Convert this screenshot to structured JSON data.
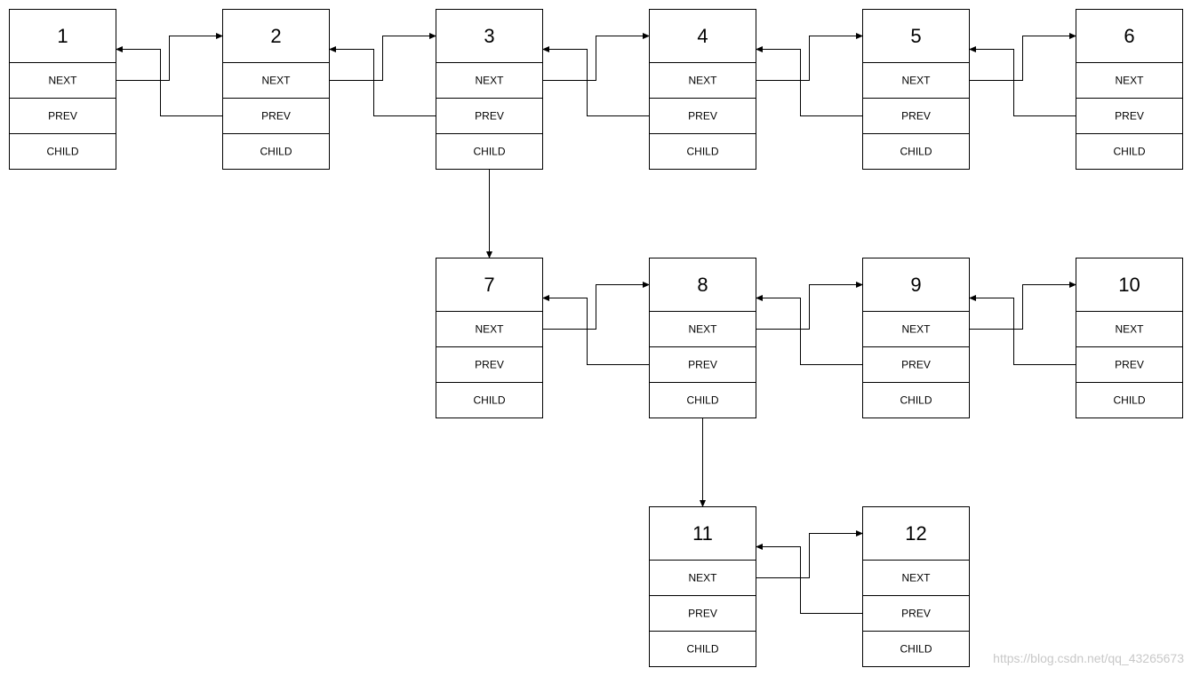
{
  "diagram": {
    "field_labels": [
      "NEXT",
      "PREV",
      "CHILD"
    ],
    "nodes": [
      {
        "id": "1",
        "level": 0
      },
      {
        "id": "2",
        "level": 0
      },
      {
        "id": "3",
        "level": 0
      },
      {
        "id": "4",
        "level": 0
      },
      {
        "id": "5",
        "level": 0
      },
      {
        "id": "6",
        "level": 0
      },
      {
        "id": "7",
        "level": 1
      },
      {
        "id": "8",
        "level": 1
      },
      {
        "id": "9",
        "level": 1
      },
      {
        "id": "10",
        "level": 1
      },
      {
        "id": "11",
        "level": 2
      },
      {
        "id": "12",
        "level": 2
      }
    ],
    "next_links": [
      [
        "1",
        "2"
      ],
      [
        "2",
        "3"
      ],
      [
        "3",
        "4"
      ],
      [
        "4",
        "5"
      ],
      [
        "5",
        "6"
      ],
      [
        "7",
        "8"
      ],
      [
        "8",
        "9"
      ],
      [
        "9",
        "10"
      ],
      [
        "11",
        "12"
      ]
    ],
    "child_links": [
      [
        "3",
        "7"
      ],
      [
        "8",
        "11"
      ]
    ],
    "colors": {
      "stroke": "#000000",
      "fill": "#ffffff",
      "watermark": "#c8c8c8"
    }
  },
  "watermark": "https://blog.csdn.net/qq_43265673"
}
